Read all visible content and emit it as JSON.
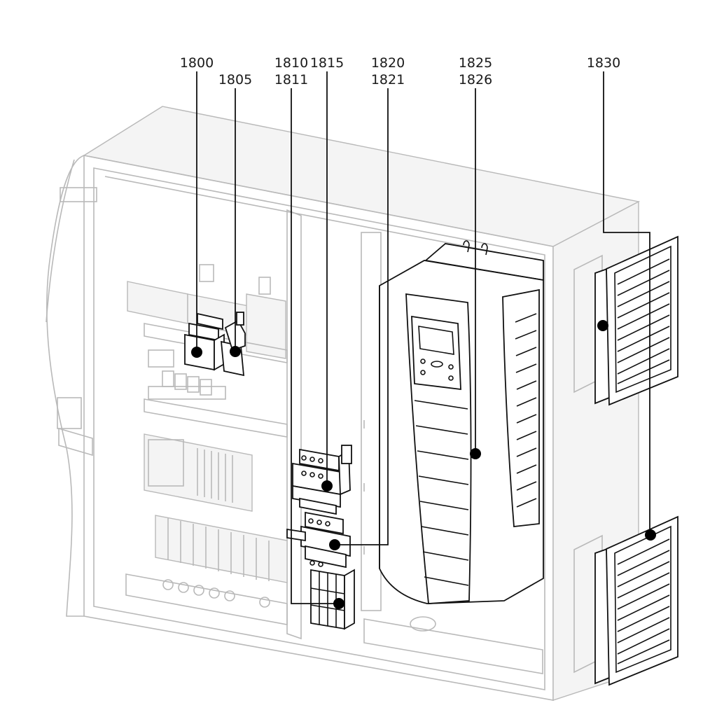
{
  "callouts": {
    "c1800": "1800",
    "c1805": "1805",
    "c1810": "1810",
    "c1811": "1811",
    "c1815": "1815",
    "c1820": "1820",
    "c1821": "1821",
    "c1825": "1825",
    "c1826": "1826",
    "c1830": "1830"
  },
  "colors": {
    "line_dark": "#111111",
    "line_faint": "#b9b9b9"
  }
}
